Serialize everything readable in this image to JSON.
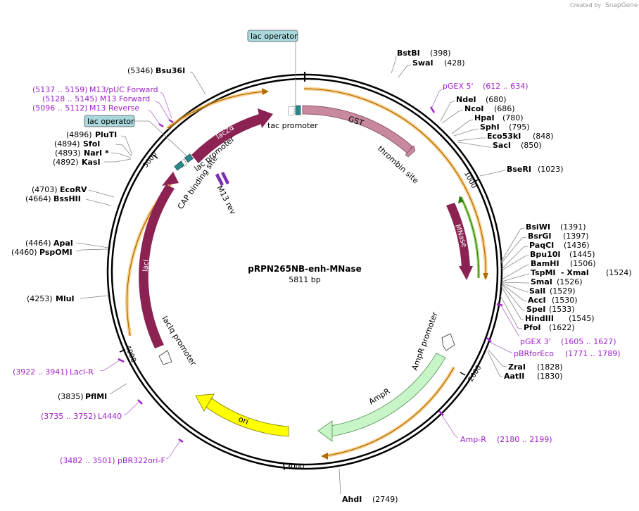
{
  "credit": {
    "text": "Created by",
    "brand": "SnapGene"
  },
  "plasmid": {
    "name": "pRPN265NB-enh-MNase",
    "length": "5811 bp"
  },
  "ticks": [
    "1000",
    "2000",
    "3000",
    "4000",
    "5000"
  ],
  "sites": [
    {
      "name": "BstBI",
      "pos": "(398)"
    },
    {
      "name": "SwaI",
      "pos": "(428)"
    },
    {
      "name": "NdeI",
      "pos": "(680)"
    },
    {
      "name": "NcoI",
      "pos": "(686)"
    },
    {
      "name": "HpaI",
      "pos": "(780)"
    },
    {
      "name": "SphI",
      "pos": "(795)"
    },
    {
      "name": "Eco53kI",
      "pos": "(848)"
    },
    {
      "name": "SacI",
      "pos": "(850)"
    },
    {
      "name": "BseRI",
      "pos": "(1023)"
    },
    {
      "name": "BsiWI",
      "pos": "(1391)"
    },
    {
      "name": "BsrGI",
      "pos": "(1397)"
    },
    {
      "name": "PaqCI",
      "pos": "(1436)"
    },
    {
      "name": "Bpu10I",
      "pos": "(1445)"
    },
    {
      "name": "BamHI",
      "pos": "(1506)"
    },
    {
      "name": "TspMI",
      "extra": "- XmaI",
      "pos": "(1524)"
    },
    {
      "name": "SmaI",
      "pos": "(1526)"
    },
    {
      "name": "SalI",
      "pos": "(1529)"
    },
    {
      "name": "AccI",
      "pos": "(1530)"
    },
    {
      "name": "SpeI",
      "pos": "(1533)"
    },
    {
      "name": "HindIII",
      "pos": "(1545)"
    },
    {
      "name": "PfoI",
      "pos": "(1622)"
    },
    {
      "name": "ZraI",
      "pos": "(1828)"
    },
    {
      "name": "AatII",
      "pos": "(1830)"
    },
    {
      "name": "AhdI",
      "pos": "(2749)"
    },
    {
      "name": "PflMI",
      "pos": "(3835)"
    },
    {
      "name": "MluI",
      "pos": "(4253)"
    },
    {
      "name": "PspOMI",
      "pos": "(4460)"
    },
    {
      "name": "ApaI",
      "pos": "(4464)"
    },
    {
      "name": "BssHII",
      "pos": "(4664)"
    },
    {
      "name": "EcoRV",
      "pos": "(4703)"
    },
    {
      "name": "KasI",
      "pos": "(4892)"
    },
    {
      "name": "NarI *",
      "pos": "(4893)"
    },
    {
      "name": "SfoI",
      "pos": "(4894)"
    },
    {
      "name": "PluTI",
      "pos": "(4896)"
    },
    {
      "name": "Bsu36I",
      "pos": "(5346)"
    }
  ],
  "primers": [
    {
      "name": "pGEX 5'",
      "range": "(612 .. 634)"
    },
    {
      "name": "pGEX 3'",
      "range": "(1605 .. 1627)"
    },
    {
      "name": "pBRforEco",
      "range": "(1771 .. 1789)"
    },
    {
      "name": "Amp-R",
      "range": "(2180 .. 2199)"
    },
    {
      "name": "pBR322ori-F",
      "range": "(3482 .. 3501)"
    },
    {
      "name": "L4440",
      "range": "(3735 .. 3752)"
    },
    {
      "name": "LacI-R",
      "range": "(3922 .. 3941)"
    },
    {
      "name": "M13 Reverse",
      "range": "(5096 .. 5112)"
    },
    {
      "name": "M13 Forward",
      "range": "(5128 .. 5145)"
    },
    {
      "name": "M13/pUC Forward",
      "range": "(5137 .. 5159)"
    }
  ],
  "features": {
    "lac_operator": "lac operator",
    "tac_promoter": "tac promoter",
    "gst": "GST",
    "thrombin": "thrombin site",
    "mnase": "MNase",
    "ampr_promoter": "AmpR promoter",
    "ampr": "AmpR",
    "ori": "ori",
    "laciq": "lacIq promoter",
    "laci": "lacI",
    "lacza": "lacZα",
    "lac_promoter": "lac promoter",
    "cap": "CAP binding site",
    "m13rev": "M13 rev"
  },
  "colors": {
    "backbone": "#000000",
    "orf": "#8b2252",
    "gst": "#c8899f",
    "ampr": "#c8f5c8",
    "ori": "#ffff00",
    "operator": "#a8d8dc",
    "m13": "#7a2db0",
    "primer": "#a020c8",
    "highlight": "#f5b041",
    "mnase_highlight": "#7cc832"
  }
}
